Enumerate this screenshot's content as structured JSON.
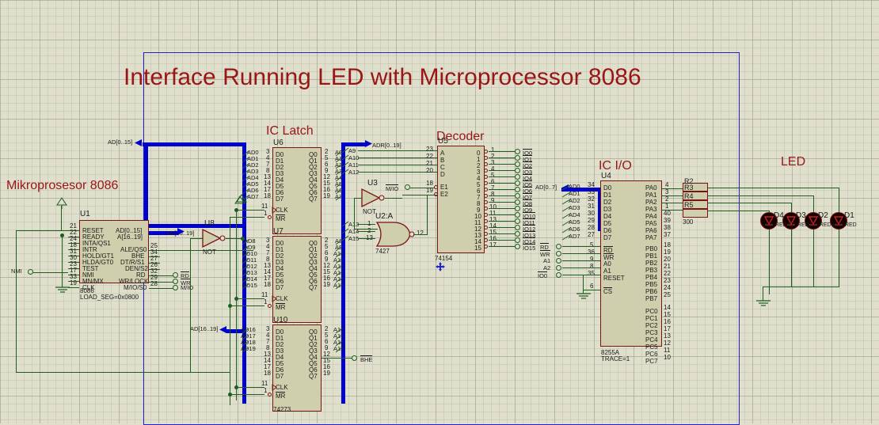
{
  "title": "Interface Running LED with Microprocessor 8086",
  "colors": {
    "background": "#dfdfcb",
    "grid": "#96968c",
    "wire": "#1b5e20",
    "bus": "#0000cc",
    "chip_fill": "#cfcfae",
    "chip_outline": "#7a1414",
    "text_label": "#9a1616",
    "frame": "#2222cc"
  },
  "sections": [
    {
      "name": "mikroprosesor",
      "label": "Mikroprosesor 8086"
    },
    {
      "name": "ic-latch",
      "label": "IC Latch"
    },
    {
      "name": "decoder",
      "label": "Decoder"
    },
    {
      "name": "ic-io",
      "label": "IC I/O"
    },
    {
      "name": "led",
      "label": "LED"
    }
  ],
  "buses": [
    {
      "name": "ad-bus-0-15",
      "label": "AD[0..15]"
    },
    {
      "name": "ad-bus-16-19",
      "label": "AD[16..19]"
    },
    {
      "name": "ad-bus-16-19-lower",
      "label": "AD[16..19]"
    },
    {
      "name": "adr-bus",
      "label": "ADR[0..19]"
    },
    {
      "name": "ad-bus-0-7",
      "label": "AD[0..7]"
    }
  ],
  "components": {
    "u1": {
      "refdes": "U1",
      "part": "8086",
      "value": "LOAD_SEG=0x0800",
      "left_pins": [
        {
          "num": "21",
          "label": "RESET"
        },
        {
          "num": "22",
          "label": "READY"
        },
        {
          "num": "24",
          "label": "INTA/QS1"
        },
        {
          "num": "18",
          "label": "INTR"
        },
        {
          "num": "31",
          "label": "HOLD/GT1"
        },
        {
          "num": "30",
          "label": "HLDA/GT0"
        },
        {
          "num": "23",
          "label": "TEST"
        },
        {
          "num": "17",
          "label": "NMI"
        },
        {
          "num": "33",
          "label": "MN/MX"
        },
        {
          "num": "19",
          "label": "CLK"
        }
      ],
      "right_pins": [
        {
          "num": "",
          "label": "AD[0..15]"
        },
        {
          "num": "",
          "label": "A[16..19]"
        },
        {
          "num": "25",
          "label": "ALE/QS0"
        },
        {
          "num": "34",
          "label": "BHE"
        },
        {
          "num": "27",
          "label": "DT/R/S1"
        },
        {
          "num": "26",
          "label": "DEN/S2"
        },
        {
          "num": "32",
          "label": "RD"
        },
        {
          "num": "29",
          "label": "WR/LOCK"
        },
        {
          "num": "28",
          "label": "M/IO/S0"
        }
      ]
    },
    "u8": {
      "refdes": "U8",
      "part": "NOT"
    },
    "u3": {
      "refdes": "U3",
      "part": "NOT"
    },
    "u2a": {
      "refdes": "U2:A",
      "part": "7427"
    },
    "u6": {
      "refdes": "U6",
      "part": "74273",
      "inputs": [
        {
          "num": "3",
          "label": "D0",
          "net": "AD0"
        },
        {
          "num": "4",
          "label": "D1",
          "net": "AD1"
        },
        {
          "num": "7",
          "label": "D2",
          "net": "AD2"
        },
        {
          "num": "8",
          "label": "D3",
          "net": "AD3"
        },
        {
          "num": "13",
          "label": "D4",
          "net": "AD4"
        },
        {
          "num": "14",
          "label": "D5",
          "net": "AD5"
        },
        {
          "num": "17",
          "label": "D6",
          "net": "AD6"
        },
        {
          "num": "18",
          "label": "D7",
          "net": "AD7"
        }
      ],
      "outputs": [
        {
          "num": "2",
          "label": "Q0",
          "net": "A0"
        },
        {
          "num": "5",
          "label": "Q1",
          "net": "A1"
        },
        {
          "num": "6",
          "label": "Q2",
          "net": "A2"
        },
        {
          "num": "9",
          "label": "Q3",
          "net": "A3"
        },
        {
          "num": "12",
          "label": "Q4",
          "net": "A4"
        },
        {
          "num": "15",
          "label": "Q5",
          "net": "A5"
        },
        {
          "num": "16",
          "label": "Q6",
          "net": "A6"
        },
        {
          "num": "19",
          "label": "Q7",
          "net": "A7"
        }
      ],
      "clk": {
        "num": "11",
        "label": "CLK"
      },
      "mr": {
        "num": "1",
        "label": "MR"
      }
    },
    "u7": {
      "refdes": "U7",
      "part": "74273",
      "inputs": [
        {
          "num": "3",
          "label": "D0",
          "net": "AD8"
        },
        {
          "num": "4",
          "label": "D1",
          "net": "AD9"
        },
        {
          "num": "7",
          "label": "D2",
          "net": "AD10"
        },
        {
          "num": "8",
          "label": "D3",
          "net": "AD11"
        },
        {
          "num": "13",
          "label": "D4",
          "net": "AD12"
        },
        {
          "num": "14",
          "label": "D5",
          "net": "AD13"
        },
        {
          "num": "17",
          "label": "D6",
          "net": "AD14"
        },
        {
          "num": "18",
          "label": "D7",
          "net": "AD15"
        }
      ],
      "outputs": [
        {
          "num": "2",
          "label": "Q0",
          "net": "A8"
        },
        {
          "num": "5",
          "label": "Q1",
          "net": "A9"
        },
        {
          "num": "6",
          "label": "Q2",
          "net": "A10"
        },
        {
          "num": "9",
          "label": "Q3",
          "net": "A11"
        },
        {
          "num": "12",
          "label": "Q4",
          "net": "A12"
        },
        {
          "num": "15",
          "label": "Q5",
          "net": "A13"
        },
        {
          "num": "16",
          "label": "Q6",
          "net": "A14"
        },
        {
          "num": "19",
          "label": "Q7",
          "net": "A15"
        }
      ],
      "clk": {
        "num": "11",
        "label": "CLK"
      },
      "mr": {
        "num": "1",
        "label": "MR"
      }
    },
    "u10": {
      "refdes": "U10",
      "part": "74273",
      "inputs": [
        {
          "num": "3",
          "label": "D0",
          "net": "AD16"
        },
        {
          "num": "4",
          "label": "D1",
          "net": "AD17"
        },
        {
          "num": "7",
          "label": "D2",
          "net": "AD18"
        },
        {
          "num": "8",
          "label": "D3",
          "net": "AD19"
        },
        {
          "num": "13",
          "label": "D4",
          "net": ""
        },
        {
          "num": "14",
          "label": "D5",
          "net": ""
        },
        {
          "num": "17",
          "label": "D6",
          "net": ""
        },
        {
          "num": "18",
          "label": "D7",
          "net": ""
        }
      ],
      "outputs": [
        {
          "num": "2",
          "label": "Q0",
          "net": "A16"
        },
        {
          "num": "5",
          "label": "Q1",
          "net": "A17"
        },
        {
          "num": "6",
          "label": "Q2",
          "net": "A18"
        },
        {
          "num": "9",
          "label": "Q3",
          "net": "A19"
        },
        {
          "num": "12",
          "label": "Q4",
          "net": "BHE"
        },
        {
          "num": "15",
          "label": "Q5",
          "net": ""
        },
        {
          "num": "16",
          "label": "Q6",
          "net": ""
        },
        {
          "num": "19",
          "label": "Q7",
          "net": ""
        }
      ],
      "clk": {
        "num": "11",
        "label": "CLK"
      },
      "mr": {
        "num": "1",
        "label": "MR"
      }
    },
    "u5": {
      "refdes": "U5",
      "part": "74154",
      "inputs": [
        {
          "num": "23",
          "label": "A",
          "net": "A9"
        },
        {
          "num": "22",
          "label": "B",
          "net": "A10"
        },
        {
          "num": "21",
          "label": "C",
          "net": "A11"
        },
        {
          "num": "20",
          "label": "D",
          "net": "A12"
        },
        {
          "num": "18",
          "label": "E1",
          "net": "M/IO"
        },
        {
          "num": "19",
          "label": "E2",
          "net": ""
        }
      ],
      "outputs": [
        {
          "num": "1",
          "label": "0",
          "net": "IO0"
        },
        {
          "num": "2",
          "label": "1",
          "net": "IO1"
        },
        {
          "num": "3",
          "label": "2",
          "net": "IO2"
        },
        {
          "num": "4",
          "label": "3",
          "net": "IO3"
        },
        {
          "num": "5",
          "label": "4",
          "net": "IO4"
        },
        {
          "num": "6",
          "label": "5",
          "net": "IO5"
        },
        {
          "num": "7",
          "label": "6",
          "net": "IO6"
        },
        {
          "num": "8",
          "label": "7",
          "net": "IO7"
        },
        {
          "num": "9",
          "label": "8",
          "net": "IO8"
        },
        {
          "num": "10",
          "label": "9",
          "net": "IO9"
        },
        {
          "num": "11",
          "label": "10",
          "net": "IO10"
        },
        {
          "num": "13",
          "label": "11",
          "net": "IO11"
        },
        {
          "num": "14",
          "label": "12",
          "net": "IO12"
        },
        {
          "num": "15",
          "label": "13",
          "net": "IO13"
        },
        {
          "num": "16",
          "label": "14",
          "net": "IO14"
        },
        {
          "num": "17",
          "label": "15",
          "net": "IO15"
        }
      ]
    },
    "u4": {
      "refdes": "U4",
      "part": "8255A",
      "value": "TRACE=1",
      "data_pins": [
        {
          "num": "34",
          "label": "D0",
          "net": "AD0"
        },
        {
          "num": "33",
          "label": "D1",
          "net": "AD1"
        },
        {
          "num": "32",
          "label": "D2",
          "net": "AD2"
        },
        {
          "num": "31",
          "label": "D3",
          "net": "AD3"
        },
        {
          "num": "30",
          "label": "D4",
          "net": "AD4"
        },
        {
          "num": "29",
          "label": "D5",
          "net": "AD5"
        },
        {
          "num": "28",
          "label": "D6",
          "net": "AD6"
        },
        {
          "num": "27",
          "label": "D7",
          "net": "AD7"
        }
      ],
      "ctrl_pins": [
        {
          "num": "5",
          "label": "RD"
        },
        {
          "num": "36",
          "label": "WR"
        },
        {
          "num": "9",
          "label": "A0"
        },
        {
          "num": "8",
          "label": "A1"
        },
        {
          "num": "35",
          "label": "RESET"
        },
        {
          "num": "6",
          "label": "CS"
        }
      ],
      "port_a": [
        {
          "num": "4",
          "label": "PA0"
        },
        {
          "num": "3",
          "label": "PA1"
        },
        {
          "num": "2",
          "label": "PA2"
        },
        {
          "num": "1",
          "label": "PA3"
        },
        {
          "num": "40",
          "label": "PA4"
        },
        {
          "num": "39",
          "label": "PA5"
        },
        {
          "num": "38",
          "label": "PA6"
        },
        {
          "num": "37",
          "label": "PA7"
        }
      ],
      "port_b": [
        {
          "num": "18",
          "label": "PB0"
        },
        {
          "num": "19",
          "label": "PB1"
        },
        {
          "num": "20",
          "label": "PB2"
        },
        {
          "num": "21",
          "label": "PB3"
        },
        {
          "num": "22",
          "label": "PB4"
        },
        {
          "num": "23",
          "label": "PB5"
        },
        {
          "num": "24",
          "label": "PB6"
        },
        {
          "num": "25",
          "label": "PB7"
        }
      ],
      "port_c": [
        {
          "num": "14",
          "label": "PC0"
        },
        {
          "num": "15",
          "label": "PC1"
        },
        {
          "num": "16",
          "label": "PC2"
        },
        {
          "num": "17",
          "label": "PC3"
        },
        {
          "num": "13",
          "label": "PC4"
        },
        {
          "num": "12",
          "label": "PC5"
        },
        {
          "num": "11",
          "label": "PC6"
        },
        {
          "num": "10",
          "label": "PC7"
        }
      ]
    }
  },
  "resistors": {
    "value": "300",
    "items": [
      {
        "refdes": "R2"
      },
      {
        "refdes": "R3"
      },
      {
        "refdes": "R4"
      },
      {
        "refdes": "R5"
      }
    ]
  },
  "leds": {
    "part": "LED-RED",
    "items": [
      {
        "refdes": "D4"
      },
      {
        "refdes": "D3"
      },
      {
        "refdes": "D2"
      },
      {
        "refdes": "D1"
      }
    ]
  },
  "terminals": [
    {
      "name": "nmi",
      "label": "NMI"
    },
    {
      "name": "rd-u1",
      "label": "RD"
    },
    {
      "name": "wr-u1",
      "label": "WR"
    },
    {
      "name": "mio-u1",
      "label": "M/IO"
    },
    {
      "name": "mio-u5",
      "label": "M/IO"
    },
    {
      "name": "bhe-u10",
      "label": "BHE"
    },
    {
      "name": "rd-u4",
      "label": "RD"
    },
    {
      "name": "wr-u4",
      "label": "WR"
    },
    {
      "name": "a1-u4",
      "label": "A1"
    },
    {
      "name": "a2-u4",
      "label": "A2"
    },
    {
      "name": "io0-u4",
      "label": "IO0"
    }
  ],
  "decoder_io_labels": [
    "IO0",
    "IO1",
    "IO2",
    "IO3",
    "IO4",
    "IO5",
    "IO6",
    "IO7",
    "IO8",
    "IO9",
    "IO10",
    "IO11",
    "IO12",
    "IO13",
    "IO14",
    "IO15"
  ],
  "latch_nets": {
    "u6_out": [
      "A0",
      "A1",
      "A2",
      "A3",
      "A4",
      "A5",
      "A6",
      "A7"
    ],
    "bus_right_u6": [
      "A9",
      "A10",
      "A11",
      "A12"
    ],
    "bus_right_u7": [
      "A13",
      "A14",
      "A15"
    ],
    "u2a_pins": [
      "1",
      "2",
      "13"
    ],
    "u2a_out": "12"
  }
}
